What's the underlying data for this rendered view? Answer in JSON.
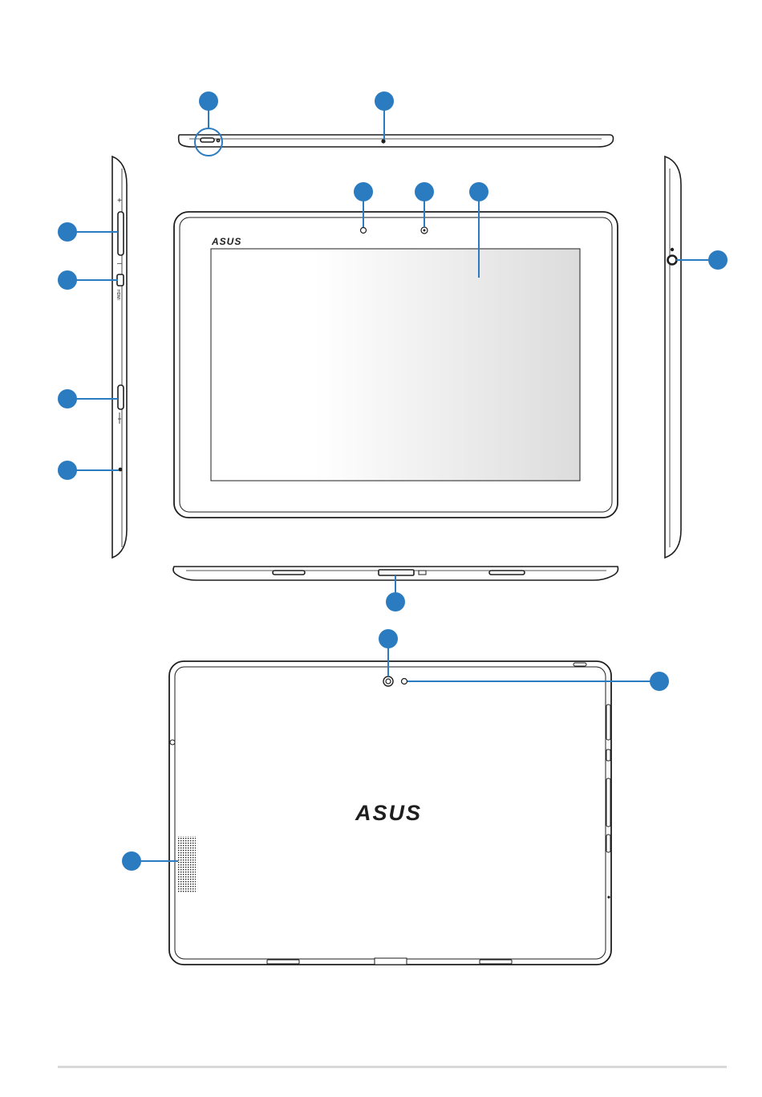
{
  "brand": {
    "logo_text": "ASUS",
    "label_hdmi": "HDMI"
  },
  "colors": {
    "callout": "#2b7bc0",
    "outline": "#1e1e1e",
    "screen_light": "#ffffff",
    "screen_dark": "#dcdcdc",
    "footer_rule": "#d9d9d9"
  },
  "glyphs": {
    "volume_plus": "+",
    "volume_minus": "–"
  },
  "callouts": [
    {
      "id": "power-button-callout"
    },
    {
      "id": "microphone-top-callout"
    },
    {
      "id": "ambient-light-sensor-callout"
    },
    {
      "id": "front-camera-callout"
    },
    {
      "id": "touch-screen-callout"
    },
    {
      "id": "volume-button-callout"
    },
    {
      "id": "micro-hdmi-port-callout"
    },
    {
      "id": "microsd-slot-callout"
    },
    {
      "id": "microphone-side-callout"
    },
    {
      "id": "audio-jack-callout"
    },
    {
      "id": "docking-port-callout"
    },
    {
      "id": "rear-camera-callout"
    },
    {
      "id": "camera-led-flash-callout"
    },
    {
      "id": "speaker-callout"
    }
  ]
}
